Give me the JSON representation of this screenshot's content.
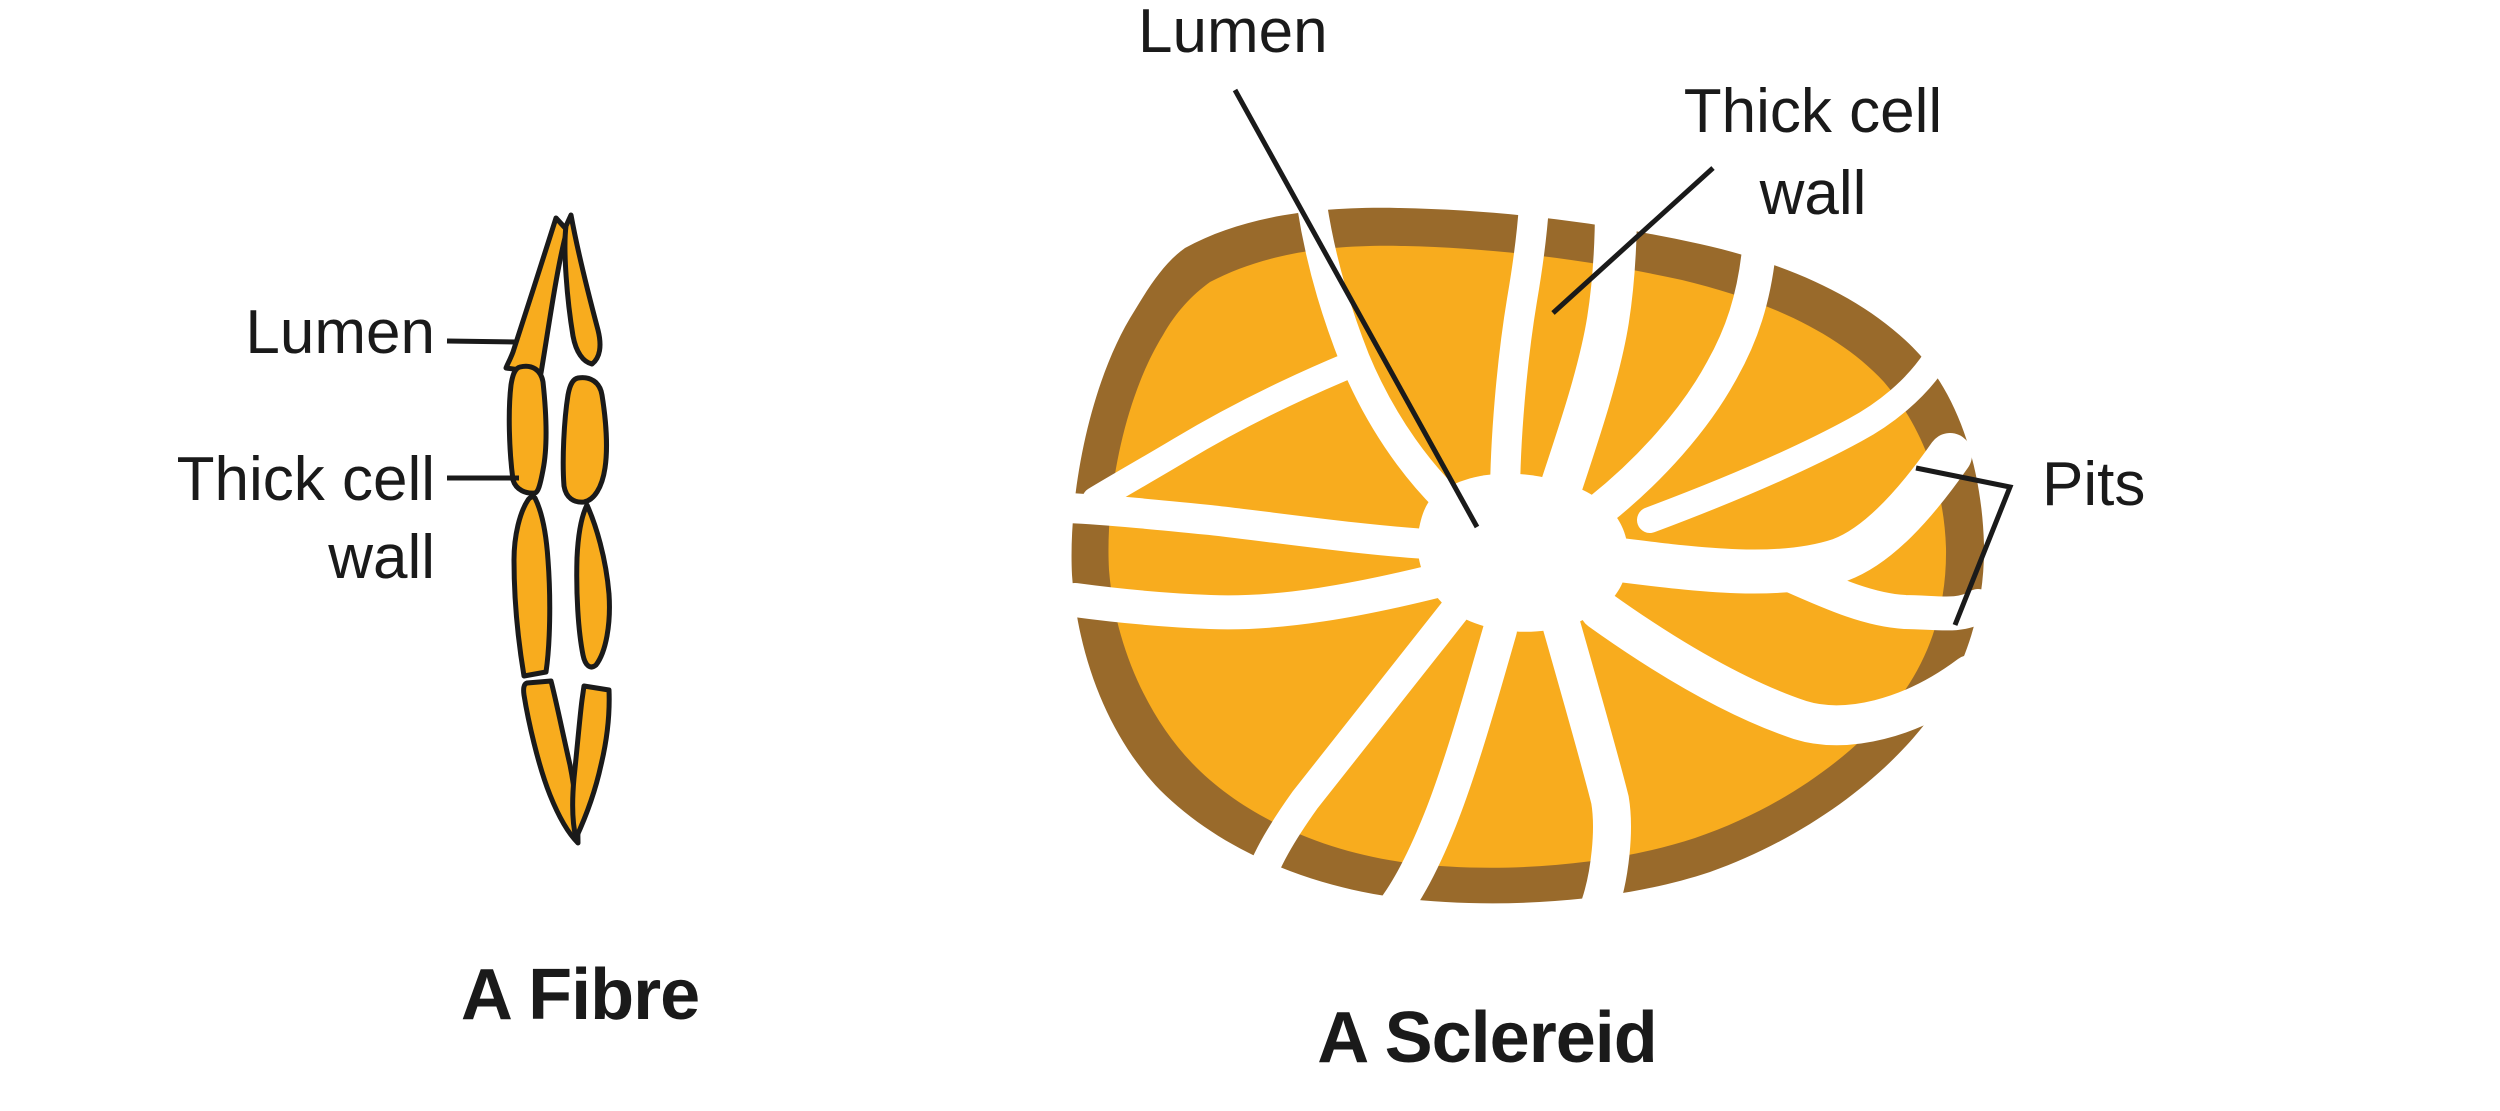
{
  "figure": {
    "colors": {
      "background": "#FFFFFF",
      "cell_fill": "#F8AC1E",
      "wall_brown": "#996A2B",
      "outline": "#1A1A1A",
      "label": "#1A1A1A",
      "white": "#FFFFFF"
    },
    "fibre": {
      "caption": "A Fibre",
      "labels": {
        "lumen": "Lumen",
        "thick_cell_wall": {
          "lines": [
            "Thick cell",
            "wall"
          ]
        }
      }
    },
    "sclereid": {
      "caption": "A Sclereid",
      "labels": {
        "lumen": "Lumen",
        "thick_cell_wall": {
          "lines": [
            "Thick cell",
            "wall"
          ]
        },
        "pits": "Pits"
      }
    }
  }
}
